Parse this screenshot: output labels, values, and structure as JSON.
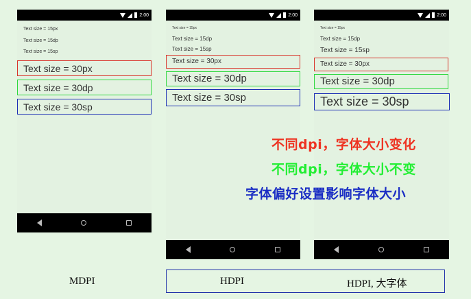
{
  "status_bar": {
    "time": "2:00"
  },
  "phones": [
    {
      "texts": [
        "Text size = 15px",
        "Text size = 15dp",
        "Text size = 15sp"
      ],
      "boxed": [
        "Text size = 30px",
        "Text size = 30dp",
        "Text size = 30sp"
      ]
    },
    {
      "texts": [
        "Text size = 15px",
        "Text size = 15dp",
        "Text size = 15sp"
      ],
      "boxed": [
        "Text size = 30px",
        "Text size = 30dp",
        "Text size = 30sp"
      ]
    },
    {
      "texts": [
        "Text size = 15px",
        "Text size = 15dp",
        "Text size = 15sp"
      ],
      "boxed": [
        "Text size = 30px",
        "Text size = 30dp",
        "Text size = 30sp"
      ]
    }
  ],
  "box_colors": {
    "px": "#d9342a",
    "dp": "#2ed83e",
    "sp": "#1d2fb5"
  },
  "notes": [
    {
      "text": "不同dpi，字体大小变化",
      "color": "#ee3322"
    },
    {
      "text": "不同dpi，字体大小不变",
      "color": "#22ee33"
    },
    {
      "text": "字体偏好设置影响字体大小",
      "color": "#1a2dc4"
    }
  ],
  "labels": {
    "mdpi": "MDPI",
    "hdpi": "HDPI",
    "hdpi_large": "HDPI, 大字体"
  },
  "icons": {
    "wifi": "wifi-icon",
    "signal": "signal-icon",
    "battery": "battery-icon",
    "back": "back-icon",
    "home": "home-icon",
    "recent": "recent-apps-icon"
  }
}
